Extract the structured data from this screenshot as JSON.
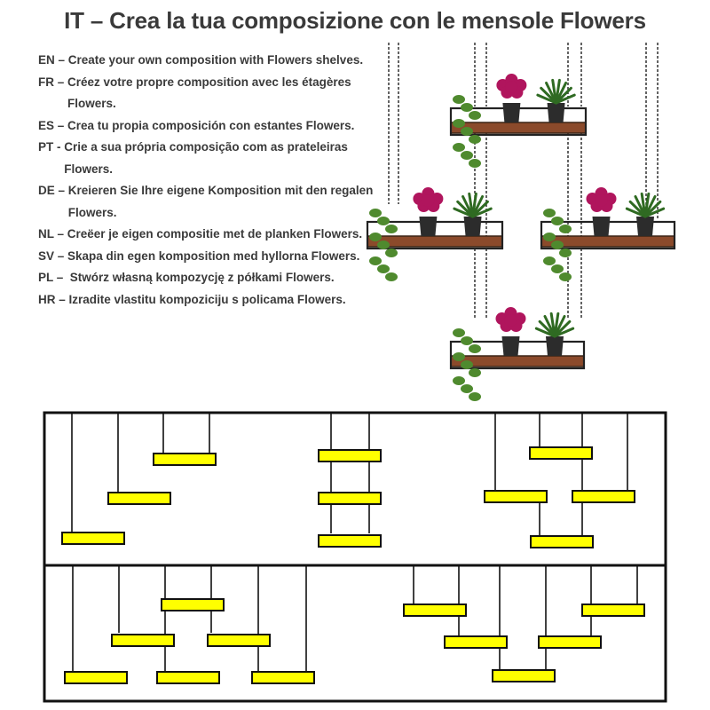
{
  "title": "IT – Crea la tua composizione con le mensole Flowers",
  "languages": [
    {
      "code": "EN – ",
      "text": "Create your own composition with Flowers shelves."
    },
    {
      "code": "FR – ",
      "text": "Créez votre propre composition avec les étagères Flowers."
    },
    {
      "code": "ES – ",
      "text": "Crea tu propia composición con estantes Flowers."
    },
    {
      "code": "PT - ",
      "text": "Crie a sua própria composição com as prateleiras Flowers."
    },
    {
      "code": "DE – ",
      "text": "Kreieren Sie Ihre eigene Komposition mit den regalen Flowers."
    },
    {
      "code": "NL – ",
      "text": "Creëer je eigen compositie met de planken Flowers."
    },
    {
      "code": "SV – ",
      "text": "Skapa din egen komposition med hyllorna Flowers."
    },
    {
      "code": "PL –  ",
      "text": "Stwórz własną kompozycję z półkami Flowers."
    },
    {
      "code": "HR – ",
      "text": "Izradite vlastitu kompoziciju s policama Flowers."
    }
  ],
  "colors": {
    "shelf_fill": "#ffff00",
    "frame": "#111111",
    "wood": "#8b4a2b",
    "foliage": "#4f8a2e",
    "flower": "#b0155d"
  }
}
